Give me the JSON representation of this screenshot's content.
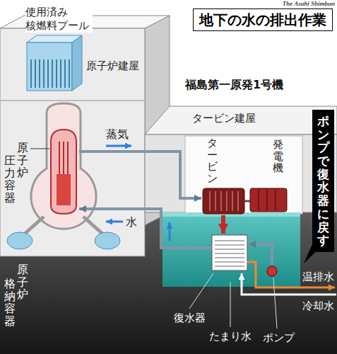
{
  "diagram": {
    "title": "地下の水の排出作業",
    "nodes": [
      {
        "text": [
          "原子炉建屋"
        ]
      },
      {
        "text": [
          "使用済み 核燃料プール"
        ],
        "in": 0
      },
      {
        "text": [
          "原子炉",
          "格納容器"
        ],
        "in": 0
      },
      {
        "text": [
          "原子炉",
          "圧力容器"
        ],
        "in": 2
      },
      {
        "text": [
          "タービン建屋"
        ]
      },
      {
        "text": [
          "タービン"
        ],
        "in": 4
      },
      {
        "text": [
          "発電機"
        ],
        "in": 4
      },
      {
        "text": [
          "復水器"
        ],
        "in": 4
      },
      {
        "text": [
          "ポンプ"
        ],
        "in": 4
      },
      {
        "text": [
          "ポンプで復水器に戻す"
        ]
      }
    ],
    "edges": [
      {
        "from": 3,
        "to": 5,
        "arrow": "to",
        "label": "蒸気"
      },
      {
        "from": 7,
        "to": 3,
        "arrow": "to",
        "label": "水"
      },
      {
        "from": 5,
        "to": 7,
        "arrow": "to"
      },
      {
        "from": 8,
        "to": 7,
        "arrow": "to"
      }
    ],
    "labels": [
      "The Asahi Shimbun",
      "福島第一原発1号機",
      "たまり水",
      "温排水",
      "冷却水"
    ]
  }
}
